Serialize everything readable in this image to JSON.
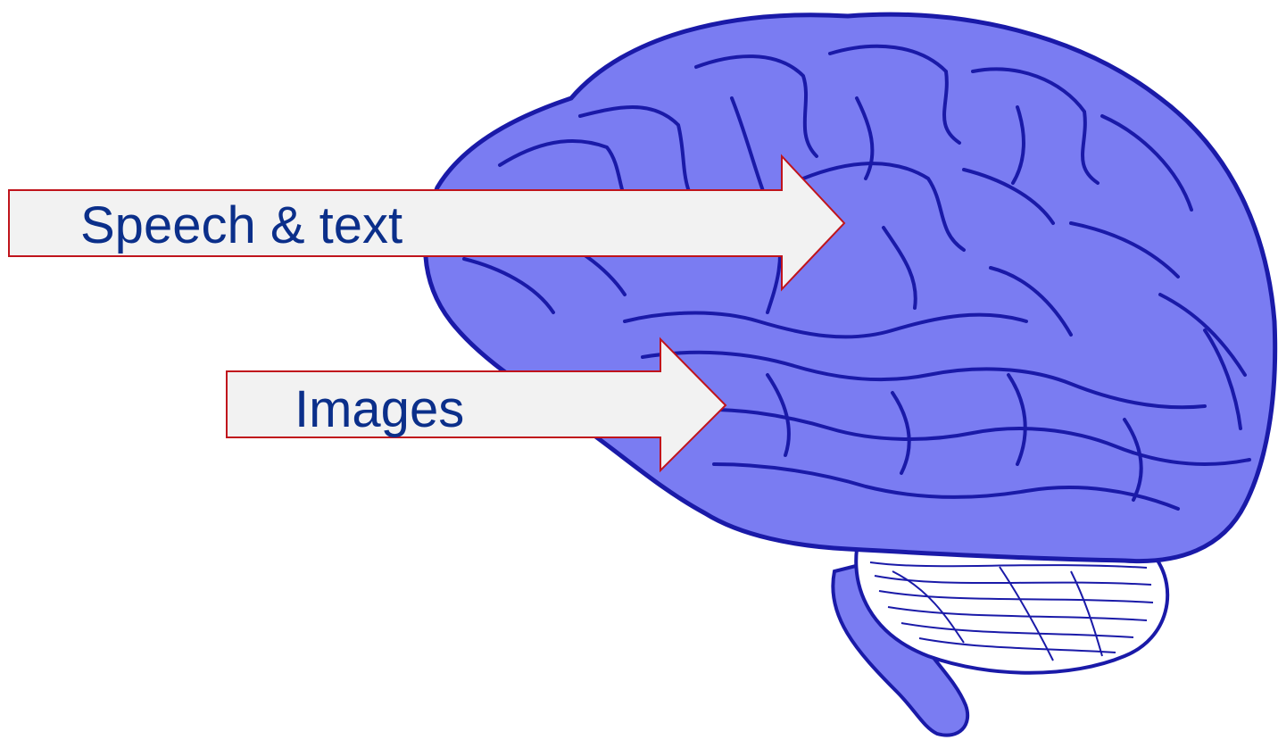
{
  "labels": {
    "speech_text": "Speech & text",
    "images": "Images"
  },
  "colors": {
    "brain_fill": "#7a7cf2",
    "brain_outline": "#1a1aa8",
    "arrow_fill": "#f2f2f2",
    "arrow_outline": "#c0141c",
    "label_text": "#0b2f8a"
  },
  "icons": {
    "brain": "brain-illustration",
    "arrow": "right-arrow-shape"
  }
}
